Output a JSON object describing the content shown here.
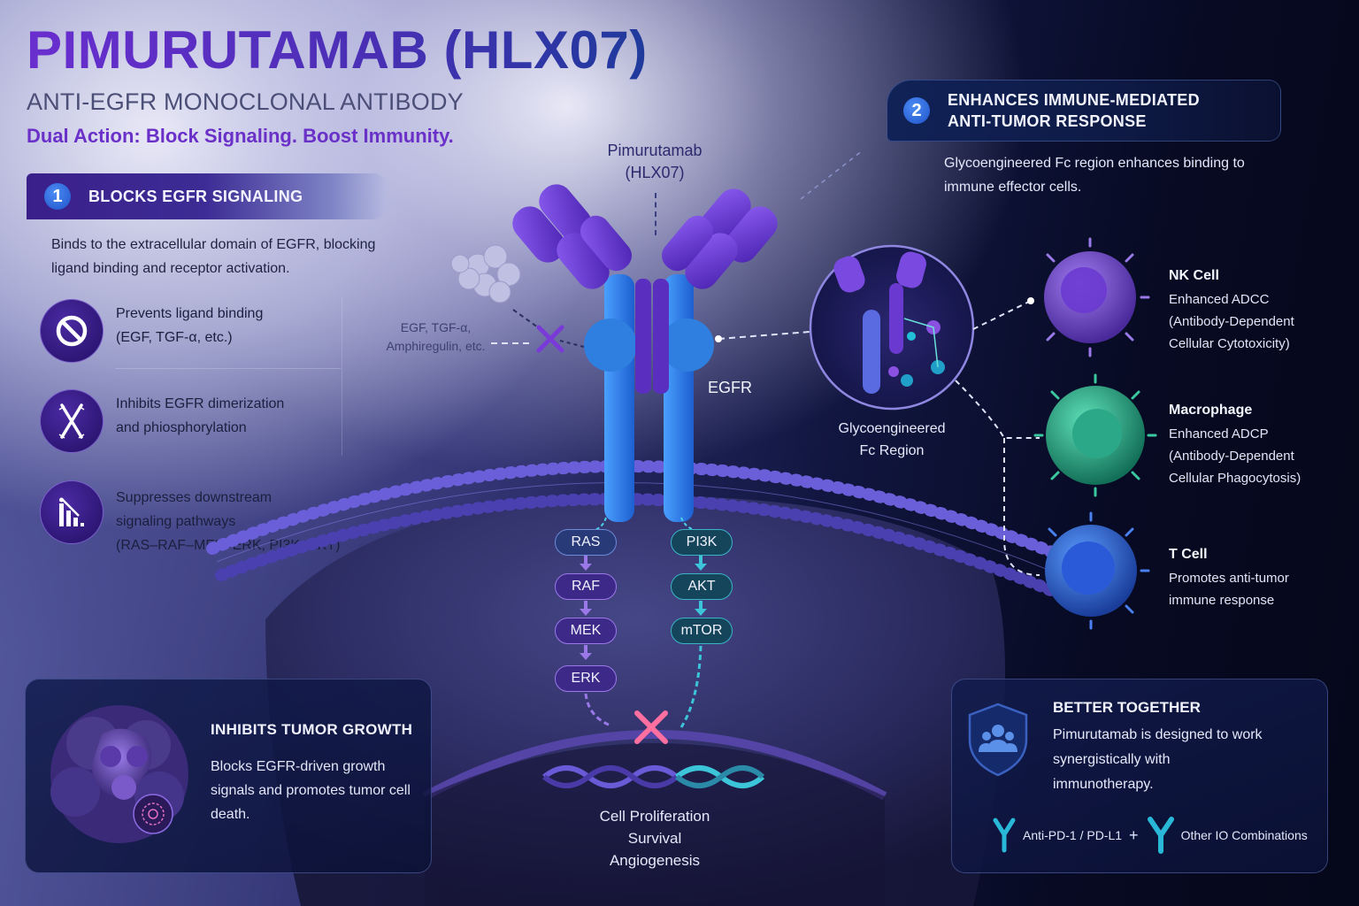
{
  "header": {
    "title": "PIMURUTAMAB (HLX07)",
    "subtitle": "ANTI-EGFR MONOCLONAL ANTIBODY",
    "tagline": "Dual Action: Block Signaling. Boost Immunity."
  },
  "section1": {
    "number": "1",
    "title": "BLOCKS EGFR SIGNALING",
    "description": "Binds to the extracellular domain of EGFR, blocking ligand binding and receptor activation.",
    "features": [
      {
        "icon": "prohibited-icon",
        "line1": "Prevents ligand binding",
        "line2": "(EGF, TGF-α, etc.)",
        "line3": ""
      },
      {
        "icon": "crossed-receptors-icon",
        "line1": "Inhibits EGFR dimerization",
        "line2": "and phiosphorylation",
        "line3": ""
      },
      {
        "icon": "declining-bars-icon",
        "line1": "Suppresses downstream",
        "line2": "signaling pathways",
        "line3": "(RAS–RAF–MEK–ERK, PI3K–AKT)"
      }
    ]
  },
  "diagram": {
    "antibody_label_line1": "Pimurutamab",
    "antibody_label_line2": "(HLX07)",
    "ligand_label_line1": "EGF, TGF-α,",
    "ligand_label_line2": "Amphiregulin, etc.",
    "receptor_label": "EGFR",
    "fc_label_line1": "Glycoengineered",
    "fc_label_line2": "Fc Region",
    "pathway_left": [
      "RAS",
      "RAF",
      "MEK",
      "ERK"
    ],
    "pathway_right": [
      "PI3K",
      "AKT",
      "mTOR"
    ],
    "outcomes": [
      "Cell Proliferation",
      "Survival",
      "Angiogenesis"
    ],
    "colors": {
      "antibody": "#5a2fc0",
      "egfr": "#2f7fe0",
      "membrane": "#5a4fc0",
      "block_x": "#ff6fa0",
      "ligand_block_x": "#7a3ad8"
    }
  },
  "section2": {
    "number": "2",
    "title_line1": "ENHANCES IMMUNE-MEDIATED",
    "title_line2": "ANTI-TUMOR RESPONSE",
    "description": "Glycoengineered Fc region enhances binding to immune effector cells.",
    "cells": [
      {
        "name": "NK Cell",
        "line1": "Enhanced ADCC",
        "line2": "(Antibody-Dependent",
        "line3": "Cellular Cytotoxicity)",
        "color": "#7a4fd0"
      },
      {
        "name": "Macrophage",
        "line1": "Enhanced ADCP",
        "line2": "(Antibody-Dependent",
        "line3": "Cellular Phagocytosis)",
        "color": "#2fb08e"
      },
      {
        "name": "T Cell",
        "line1": "Promotes anti-tumor",
        "line2": "immune response",
        "line3": "",
        "color": "#2f6ae0"
      }
    ]
  },
  "tumor_panel": {
    "title": "INHIBITS TUMOR GROWTH",
    "description": "Blocks EGFR-driven growth signals and promotes tumor cell death."
  },
  "together_panel": {
    "title": "BETTER TOGETHER",
    "description": "Pimurutamab is designed to work synergistically with immunotherapy.",
    "combo_left": "Anti-PD-1 / PD-L1",
    "combo_plus": "+",
    "combo_right": "Other IO Combinations"
  }
}
